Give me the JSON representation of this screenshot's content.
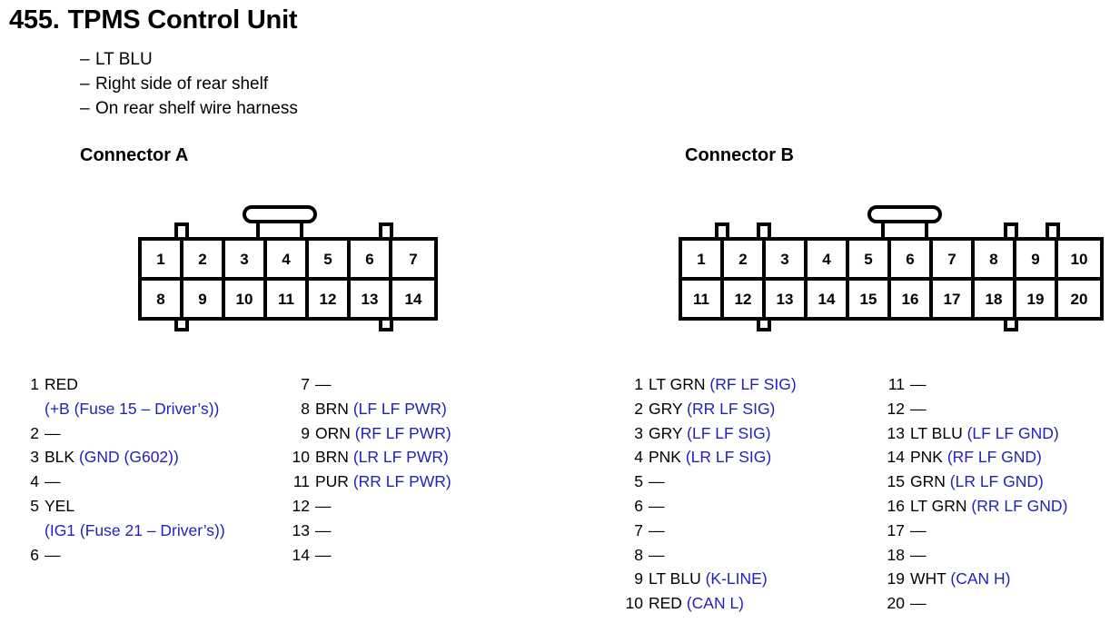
{
  "title": {
    "number": "455.",
    "name": "TPMS Control Unit"
  },
  "subtitle_lines": [
    "LT BLU",
    "Right side of rear shelf",
    "On rear shelf wire harness"
  ],
  "colors": {
    "description_blue": "#2222bb",
    "ink": "#000000",
    "paper": "#ffffff"
  },
  "connectors": [
    {
      "heading": "Connector A",
      "rows": [
        [
          "1",
          "2",
          "3",
          "4",
          "5",
          "6",
          "7"
        ],
        [
          "8",
          "9",
          "10",
          "11",
          "12",
          "13",
          "14"
        ]
      ],
      "pin_columns": [
        [
          {
            "num": "1",
            "color": "RED",
            "desc": "",
            "cont": "(+B (Fuse 15 – Driver’s))"
          },
          {
            "num": "2",
            "color": "—",
            "desc": "",
            "cont": ""
          },
          {
            "num": "3",
            "color": "BLK",
            "desc": "(GND (G602))",
            "cont": ""
          },
          {
            "num": "4",
            "color": "—",
            "desc": "",
            "cont": ""
          },
          {
            "num": "5",
            "color": "YEL",
            "desc": "",
            "cont": "(IG1 (Fuse 21 – Driver’s))"
          },
          {
            "num": "6",
            "color": "—",
            "desc": "",
            "cont": ""
          }
        ],
        [
          {
            "num": "7",
            "color": "—",
            "desc": "",
            "cont": ""
          },
          {
            "num": "8",
            "color": "BRN",
            "desc": "(LF LF PWR)",
            "cont": ""
          },
          {
            "num": "9",
            "color": "ORN",
            "desc": "(RF LF PWR)",
            "cont": ""
          },
          {
            "num": "10",
            "color": "BRN",
            "desc": "(LR LF PWR)",
            "cont": ""
          },
          {
            "num": "11",
            "color": "PUR",
            "desc": "(RR LF PWR)",
            "cont": ""
          },
          {
            "num": "12",
            "color": "—",
            "desc": "",
            "cont": ""
          },
          {
            "num": "13",
            "color": "—",
            "desc": "",
            "cont": ""
          },
          {
            "num": "14",
            "color": "—",
            "desc": "",
            "cont": ""
          }
        ]
      ]
    },
    {
      "heading": "Connector B",
      "rows": [
        [
          "1",
          "2",
          "3",
          "4",
          "5",
          "6",
          "7",
          "8",
          "9",
          "10"
        ],
        [
          "11",
          "12",
          "13",
          "14",
          "15",
          "16",
          "17",
          "18",
          "19",
          "20"
        ]
      ],
      "pin_columns": [
        [
          {
            "num": "1",
            "color": "LT GRN",
            "desc": "(RF LF SIG)",
            "cont": ""
          },
          {
            "num": "2",
            "color": "GRY",
            "desc": "(RR LF SIG)",
            "cont": ""
          },
          {
            "num": "3",
            "color": "GRY",
            "desc": "(LF LF SIG)",
            "cont": ""
          },
          {
            "num": "4",
            "color": "PNK",
            "desc": "(LR LF SIG)",
            "cont": ""
          },
          {
            "num": "5",
            "color": "—",
            "desc": "",
            "cont": ""
          },
          {
            "num": "6",
            "color": "—",
            "desc": "",
            "cont": ""
          },
          {
            "num": "7",
            "color": "—",
            "desc": "",
            "cont": ""
          },
          {
            "num": "8",
            "color": "—",
            "desc": "",
            "cont": ""
          },
          {
            "num": "9",
            "color": "LT BLU",
            "desc": "(K-LINE)",
            "cont": ""
          },
          {
            "num": "10",
            "color": "RED",
            "desc": "(CAN L)",
            "cont": ""
          }
        ],
        [
          {
            "num": "11",
            "color": "—",
            "desc": "",
            "cont": ""
          },
          {
            "num": "12",
            "color": "—",
            "desc": "",
            "cont": ""
          },
          {
            "num": "13",
            "color": "LT BLU",
            "desc": "(LF LF GND)",
            "cont": ""
          },
          {
            "num": "14",
            "color": "PNK",
            "desc": "(RF LF GND)",
            "cont": ""
          },
          {
            "num": "15",
            "color": "GRN",
            "desc": "(LR LF GND)",
            "cont": ""
          },
          {
            "num": "16",
            "color": "LT GRN",
            "desc": "(RR LF GND)",
            "cont": ""
          },
          {
            "num": "17",
            "color": "—",
            "desc": "",
            "cont": ""
          },
          {
            "num": "18",
            "color": "—",
            "desc": "",
            "cont": ""
          },
          {
            "num": "19",
            "color": "WHT",
            "desc": "(CAN H)",
            "cont": ""
          },
          {
            "num": "20",
            "color": "—",
            "desc": "",
            "cont": ""
          }
        ]
      ]
    }
  ]
}
